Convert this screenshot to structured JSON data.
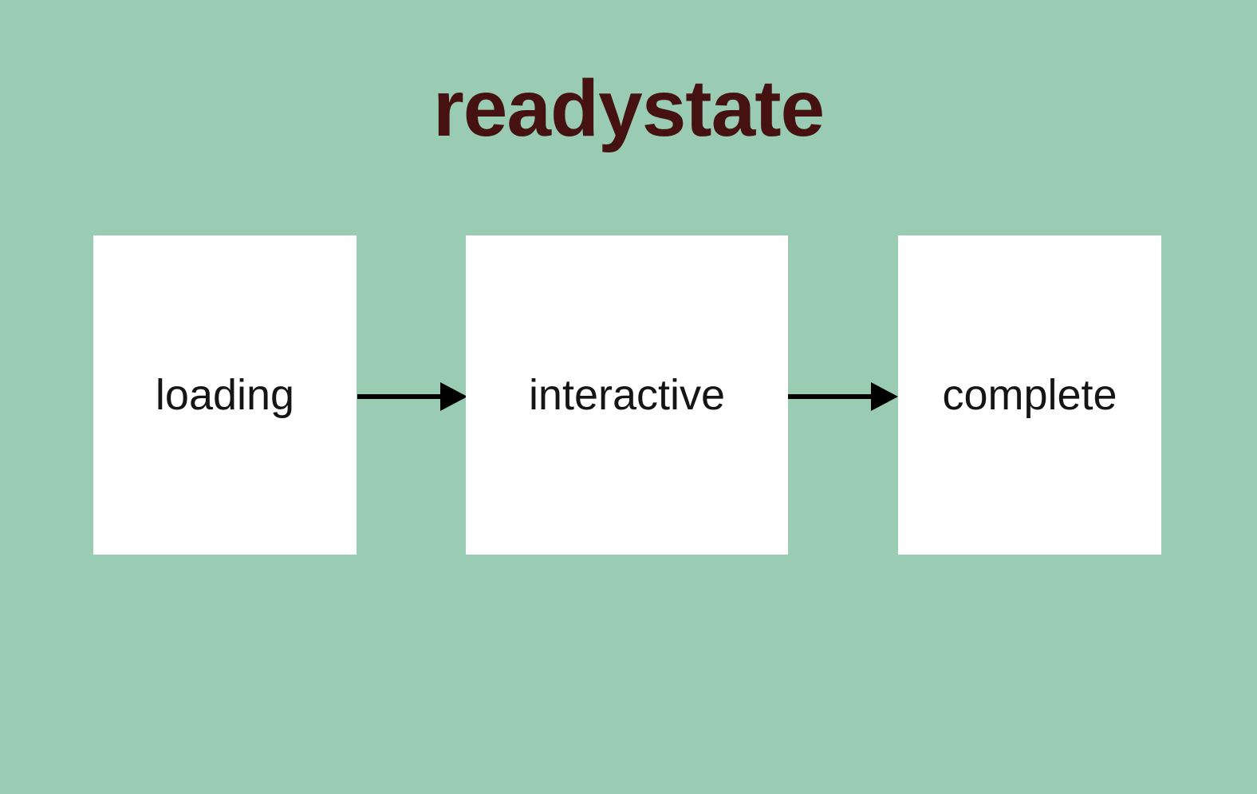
{
  "title": "readystate",
  "colors": {
    "background": "#9accb4",
    "title_text": "#451111",
    "box_fill": "#ffffff",
    "label_text": "#151515",
    "arrow": "#000000"
  },
  "diagram": {
    "type": "flow",
    "direction": "left-to-right",
    "states": [
      {
        "label": "loading"
      },
      {
        "label": "interactive"
      },
      {
        "label": "complete"
      }
    ],
    "transitions": [
      {
        "from": "loading",
        "to": "interactive"
      },
      {
        "from": "interactive",
        "to": "complete"
      }
    ]
  }
}
